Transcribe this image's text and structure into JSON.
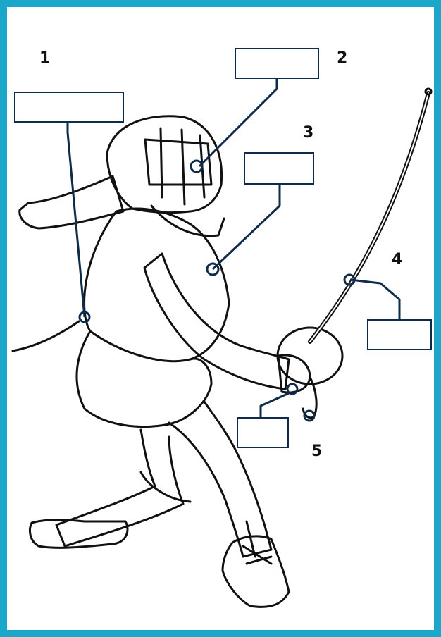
{
  "labels": [
    {
      "number": "1",
      "text": ""
    },
    {
      "number": "2",
      "text": ""
    },
    {
      "number": "3",
      "text": ""
    },
    {
      "number": "4",
      "text": ""
    },
    {
      "number": "5",
      "text": ""
    }
  ],
  "colors": {
    "frame": "#1aa7c9",
    "leader_line": "#0d2b4a",
    "outline": "#111111"
  },
  "icons": {
    "figure": "fencer-lunge-illustration"
  }
}
